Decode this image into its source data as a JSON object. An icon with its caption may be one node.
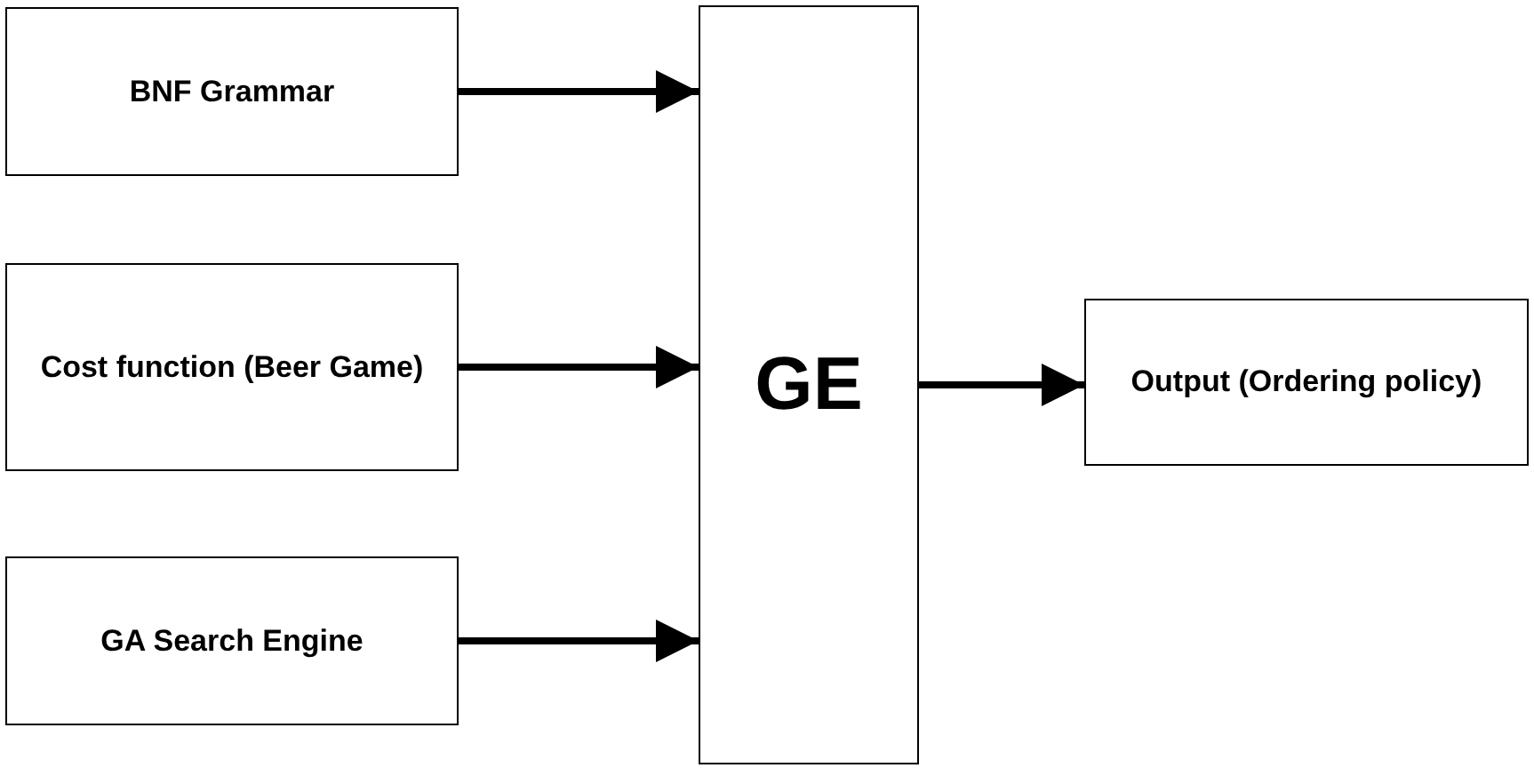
{
  "diagram": {
    "nodes": [
      {
        "text": [
          "BNF Grammar"
        ]
      },
      {
        "text": [
          "Cost function (Beer Game)"
        ]
      },
      {
        "text": [
          "GA Search Engine"
        ]
      },
      {
        "text": [
          "GE"
        ]
      },
      {
        "text": [
          "Output (Ordering policy)"
        ]
      }
    ],
    "edges": [
      {
        "from": 0,
        "to": 3,
        "arrow": "to"
      },
      {
        "from": 1,
        "to": 3,
        "arrow": "to"
      },
      {
        "from": 2,
        "to": 3,
        "arrow": "to"
      },
      {
        "from": 3,
        "to": 4,
        "arrow": "to"
      }
    ]
  }
}
